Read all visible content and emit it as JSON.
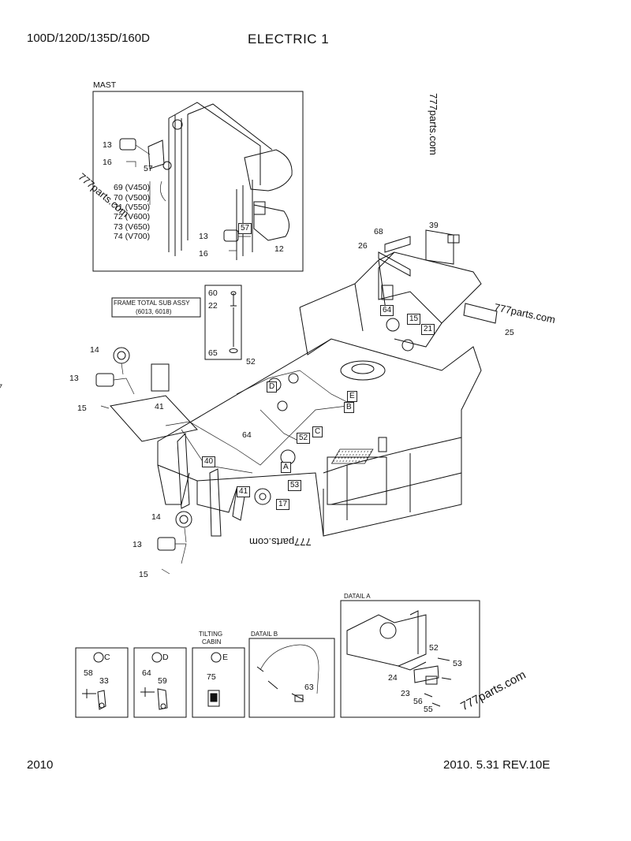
{
  "header": {
    "models": "100D/120D/135D/160D",
    "title": "ELECTRIC 1"
  },
  "footer": {
    "year": "2010",
    "revision": "2010. 5.31  REV.10E"
  },
  "watermark": "777parts.com",
  "mast": {
    "title": "MAST",
    "labels": [
      "13",
      "16",
      "57",
      "13",
      "16",
      "57",
      "12"
    ],
    "variants": [
      "69 (V450)",
      "70 (V500)",
      "71 (V550)",
      "72 (V600)",
      "73 (V650)",
      "74 (V700)"
    ]
  },
  "frame_note": {
    "line1": "FRAME TOTAL SUB ASSY",
    "line2": "(6013, 6018)"
  },
  "bolt_inset": {
    "labels": [
      "60",
      "22",
      "65"
    ]
  },
  "main_labels": {
    "l68": "68",
    "l39": "39",
    "l26": "26",
    "l64": "64",
    "l15b": "15",
    "l21": "21",
    "l25": "25",
    "l14a": "14",
    "l13a": "13",
    "l15a": "15",
    "l41a": "41",
    "l52": "52",
    "l64b": "64",
    "l40": "40",
    "l41b": "41",
    "l53": "53",
    "l17": "17",
    "l14b": "14",
    "l13b": "13",
    "l15c": "15",
    "la": "A",
    "lb": "B",
    "lc": "C",
    "ld": "D",
    "le": "E",
    "l52b": "52"
  },
  "detail_c": {
    "letter": "C",
    "labels": [
      "58",
      "33"
    ]
  },
  "detail_d": {
    "letter": "D",
    "labels": [
      "64",
      "59"
    ]
  },
  "detail_e": {
    "caption1": "TILTING",
    "caption2": "CABIN",
    "letter": "E",
    "labels": [
      "75"
    ]
  },
  "detail_b": {
    "title": "DATAIL B",
    "labels": [
      "63"
    ]
  },
  "detail_a": {
    "title": "DATAIL A",
    "labels": [
      "52",
      "53",
      "24",
      "23",
      "56",
      "55"
    ]
  }
}
